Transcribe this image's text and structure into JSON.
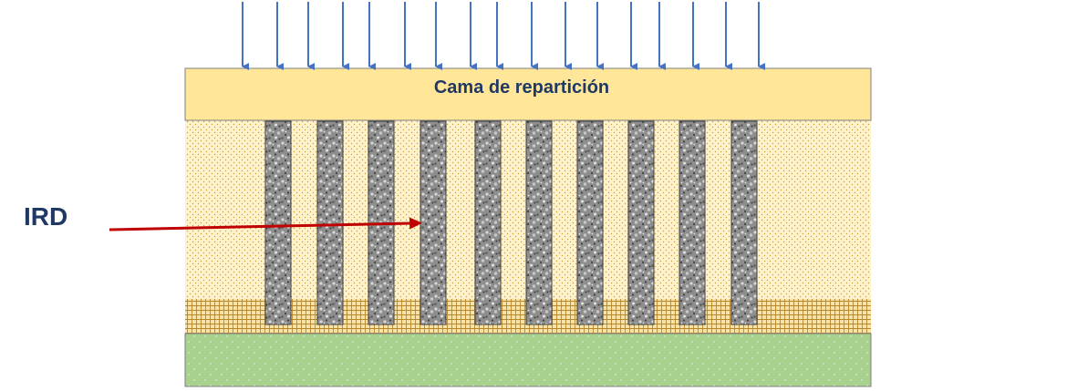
{
  "labels": {
    "top_layer": "Cama de repartición",
    "pointer": "IRD"
  },
  "colors": {
    "load_arrow": "#4472c4",
    "top_layer_fill": "#ffe699",
    "soft_soil_fill": "#fff2cc",
    "soft_soil_dots": "#c9a13b",
    "stiff_layer_fill": "#f7e3a8",
    "stiff_layer_grid": "#b8862b",
    "bedrock_fill": "#a9d18e",
    "bedrock_dots": "#d9ead3",
    "column_fill": "#8e8e8e",
    "column_speckle_light": "#d9d9d9",
    "column_speckle_dark": "#3f3f3f",
    "pointer_arrow": "#c00000",
    "text": "#1f3864",
    "outline": "#7f7f7f"
  },
  "load_arrow_count": 17,
  "column_count": 10
}
